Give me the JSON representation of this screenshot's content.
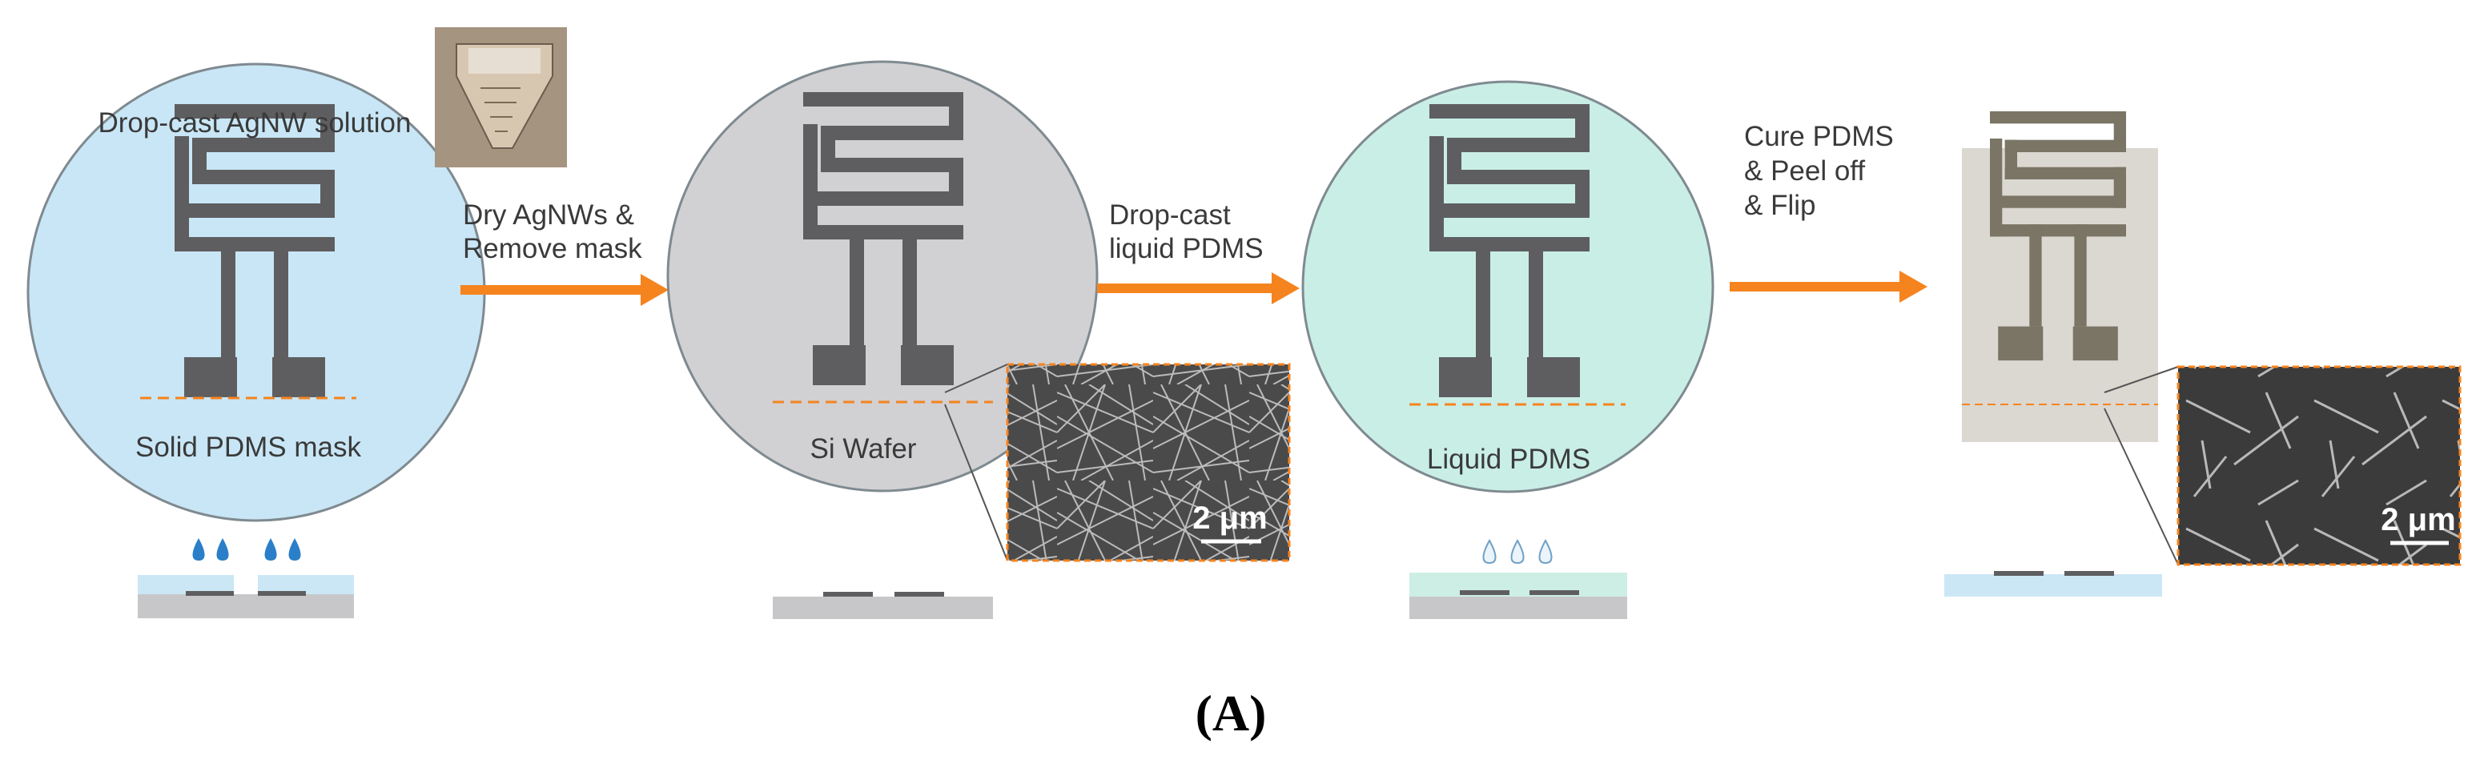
{
  "steps": [
    {
      "title_lines": [
        "Drop-cast AgNW solution"
      ],
      "caption": "Solid PDMS mask"
    },
    {
      "arrow_lines": [
        "Dry AgNWs &",
        "Remove mask"
      ],
      "caption": "Si Wafer",
      "sem_scale": "2 μm"
    },
    {
      "arrow_lines": [
        "Drop-cast",
        "liquid PDMS"
      ],
      "caption": "Liquid PDMS"
    },
    {
      "arrow_lines": [
        "Cure PDMS",
        "& Peel off",
        "& Flip"
      ],
      "sem_scale": "2 μm"
    }
  ],
  "figure_label": "(A)",
  "colors": {
    "arrow": "#f5841f",
    "electrode": "#5e5e60",
    "circle_blue": "#c9e6f6",
    "circle_gray": "#d1d1d3",
    "circle_green": "#c9eee6",
    "substrate": "#c7c7c9",
    "pdms_blue": "#cbe7f6",
    "pdms_green": "#cdeee4",
    "droplet": "#2a7fc8",
    "dashed": "#f5841f"
  }
}
